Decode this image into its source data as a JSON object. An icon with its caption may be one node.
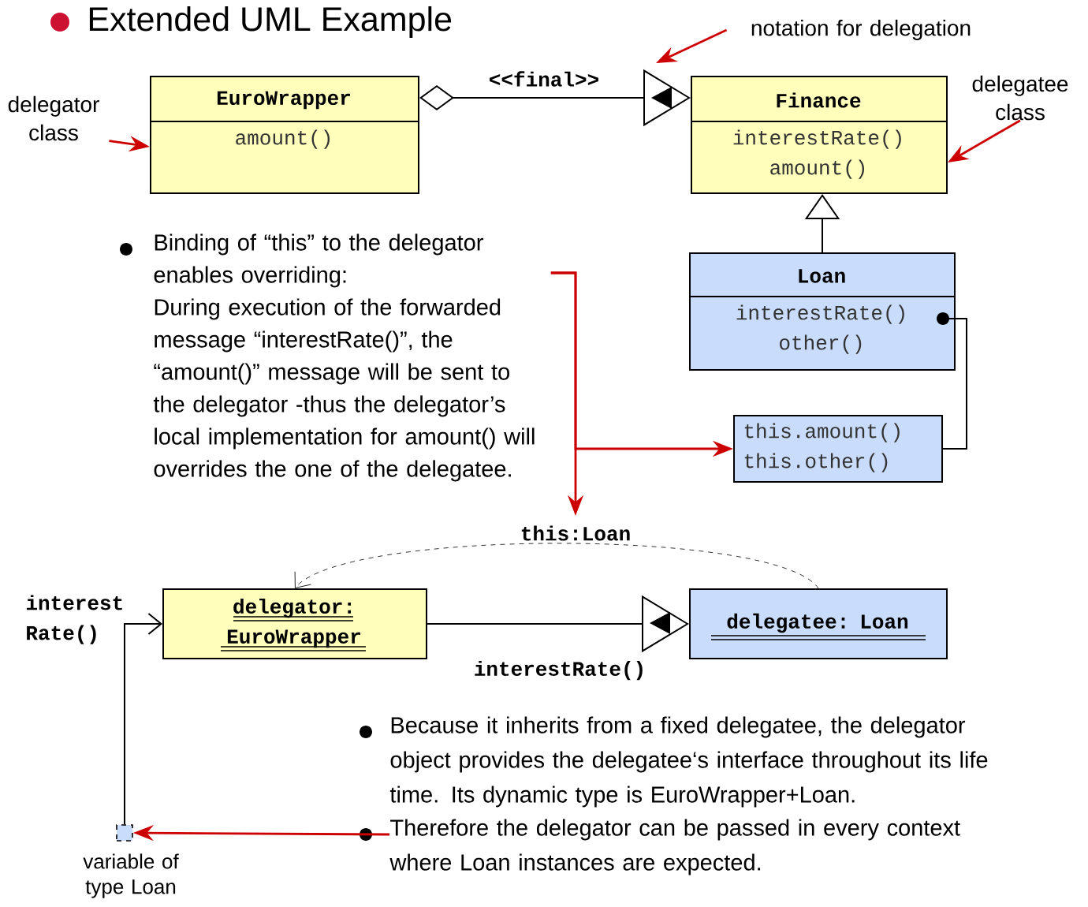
{
  "diagram": {
    "title": "Extended UML Example",
    "nodes": [
      {
        "text": [
          "EuroWrapper",
          "amount()"
        ]
      },
      {
        "text": [
          "Finance",
          "interestRate() amount()"
        ]
      },
      {
        "text": [
          "Loan",
          "interestRate() other()"
        ]
      },
      {
        "text": [
          "this.amount() this.other()"
        ]
      },
      {
        "text": [
          "delegator: EuroWrapper"
        ]
      },
      {
        "text": [
          "delegatee: Loan"
        ]
      },
      {
        "text": [],
        "shape": "box",
        "beside": [
          "variable of type Loan"
        ]
      },
      {
        "text": [
          "Binding of “this” to the delegator enables overriding:",
          "During execution of the forwarded message “interestRate()”, the “amount()” message will be sent to the delegator -thus the delegator’s local implementation for amount() will overrides the one of the delegatee."
        ]
      },
      {
        "text": [
          "Therefore the delegator can be passed in every context where Loan instances are expected."
        ]
      },
      {
        "text": [
          "delegator class"
        ]
      },
      {
        "text": [
          "notation for delegation"
        ]
      },
      {
        "text": [
          "delegatee class"
        ]
      }
    ],
    "edges": [
      {
        "from": 0,
        "to": 1,
        "arrow": "to",
        "label": "<<final>>",
        "color": "#000000"
      },
      {
        "from": 2,
        "to": 1,
        "arrow": "to",
        "color": "#000000"
      },
      {
        "from": 2,
        "to": 3,
        "arrow": "other",
        "color": "#000000"
      },
      {
        "from": 7,
        "to": 3,
        "arrow": "to",
        "color": "#cc0000"
      },
      {
        "from": 7,
        "to": null,
        "arrow": "to",
        "color": "#cc0000"
      },
      {
        "from": 5,
        "to": 4,
        "arrow": "to",
        "style": "dashed",
        "label": "this:Loan",
        "color": "#000000"
      },
      {
        "from": 4,
        "to": 5,
        "arrow": "to",
        "label": "interestRate()",
        "color": "#000000"
      },
      {
        "from": 6,
        "to": 4,
        "arrow": "to",
        "label": "interest Rate()",
        "color": "#000000"
      },
      {
        "from": 8,
        "to": 6,
        "arrow": "to",
        "color": "#cc0000"
      },
      {
        "from": 9,
        "to": 0,
        "arrow": "to",
        "color": "#cc0000"
      },
      {
        "from": 10,
        "to": null,
        "arrow": "to",
        "color": "#cc0000"
      },
      {
        "from": 11,
        "to": 1,
        "arrow": "to",
        "color": "#cc0000"
      }
    ],
    "labels": [
      "Because it inherits from a fixed delegatee, the delegator object provides the delegatee‘s interface throughout its life time. Its dynamic type is EuroWrapper+Loan."
    ]
  }
}
